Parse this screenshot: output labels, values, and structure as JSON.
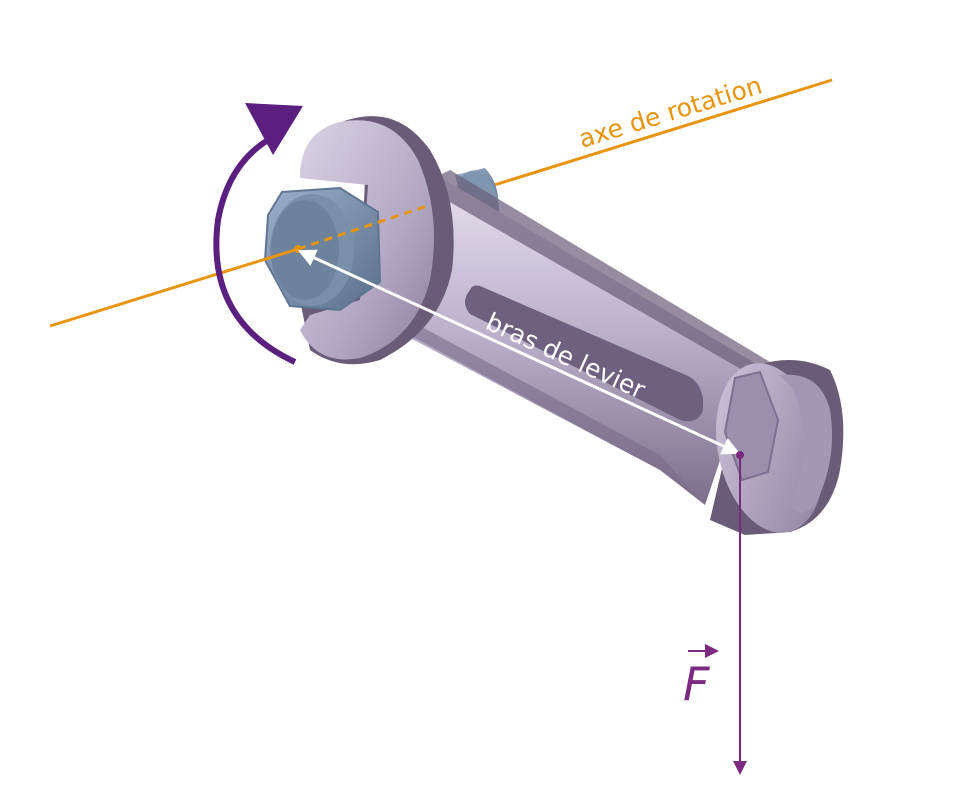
{
  "labels": {
    "rotation_axis": "axe de rotation",
    "lever_arm": "bras de levier",
    "force": "F"
  },
  "colors": {
    "axis": "#e8940f",
    "force": "#7b2a7f",
    "rotation_arrow": "#5b1f80",
    "lever_arrow": "#ffffff",
    "wrench_light": "#c7bfd6",
    "wrench_mid": "#a89cb9",
    "wrench_dark": "#6a5c78",
    "bolt": "#8a9fb8",
    "bolt_dark": "#5f7590"
  },
  "icons": {
    "rotation": "curved-rotation-arrow-icon",
    "force_vector": "vector-arrow-icon"
  }
}
